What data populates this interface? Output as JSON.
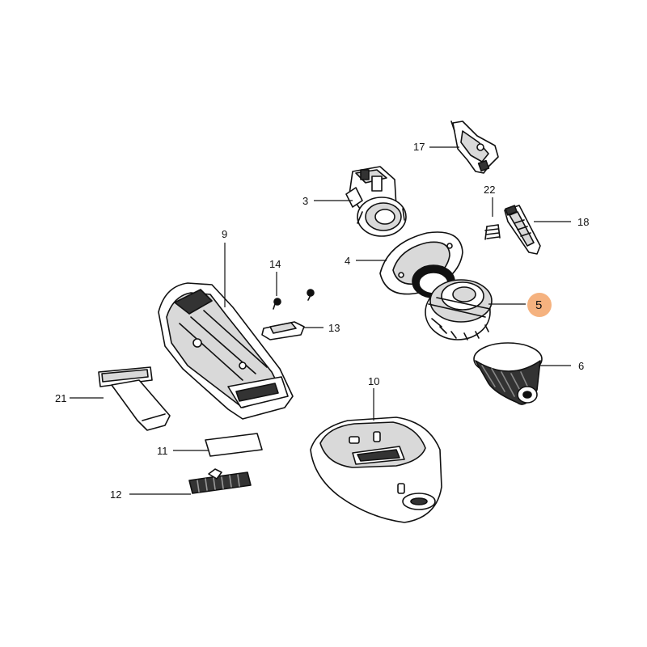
{
  "diagram": {
    "highlight_color": "#f5b27f",
    "highlighted_part": "5",
    "callouts": {
      "c3": "3",
      "c4": "4",
      "c5": "5",
      "c6": "6",
      "c9": "9",
      "c10": "10",
      "c11": "11",
      "c12": "12",
      "c13": "13",
      "c14": "14",
      "c17": "17",
      "c18": "18",
      "c21": "21",
      "c22": "22"
    }
  }
}
